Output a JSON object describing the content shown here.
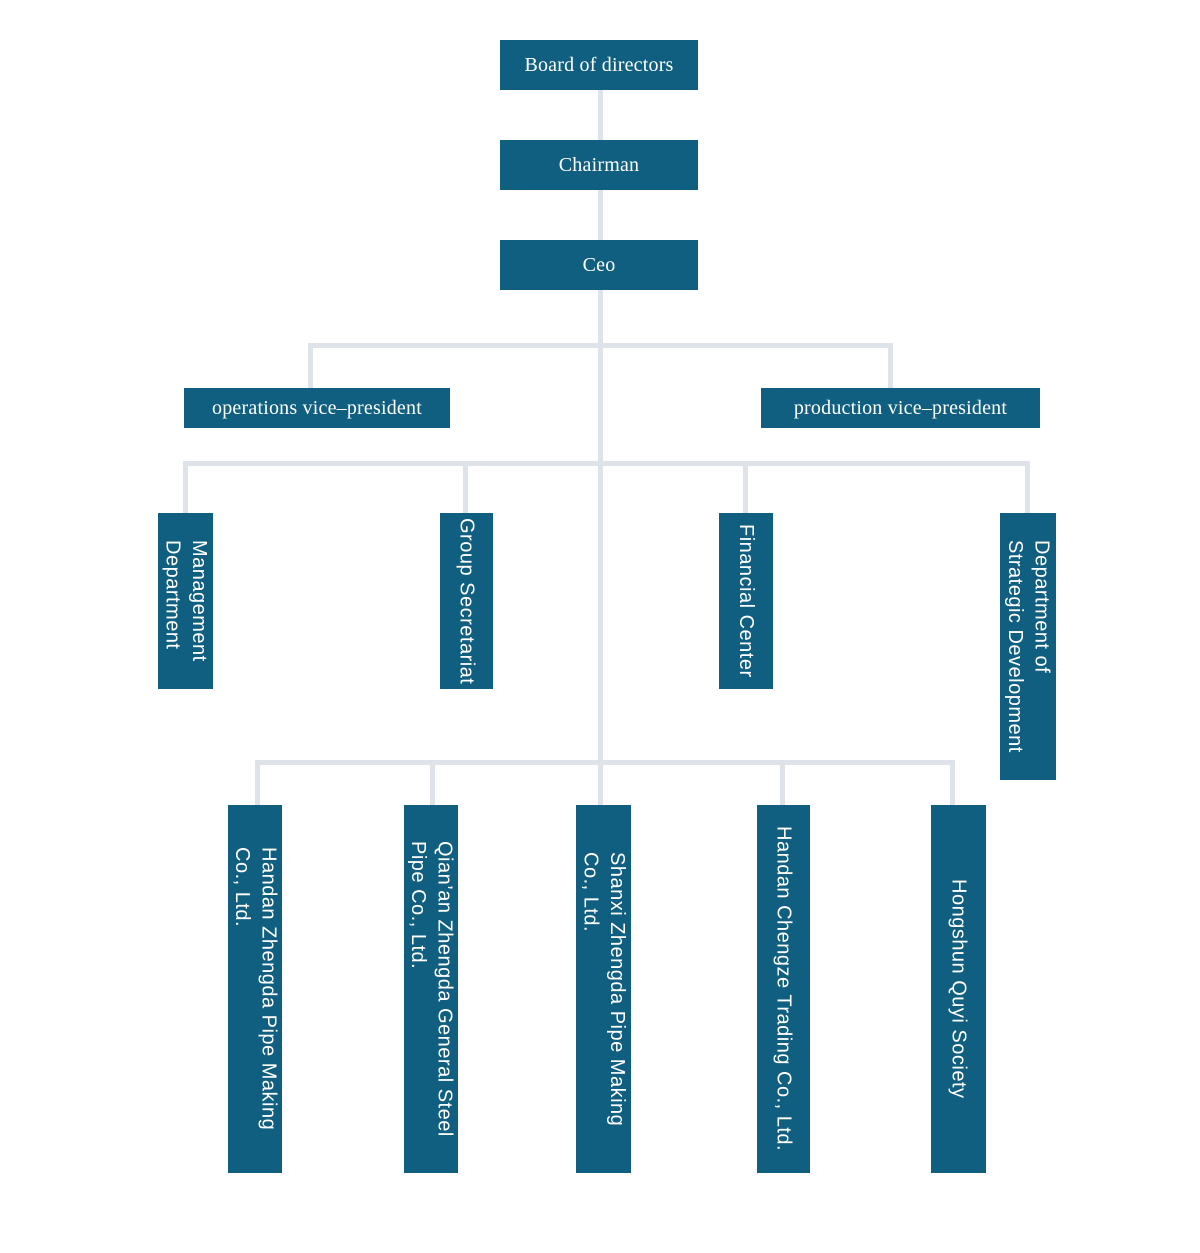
{
  "diagram": {
    "type": "org-chart",
    "colors": {
      "box_fill": "#115f80",
      "connector": "#dde3e8",
      "box_text": "#ffffff",
      "background": "#ffffff"
    },
    "nodes": {
      "board": {
        "label": "Board of directors"
      },
      "chairman": {
        "label": "Chairman"
      },
      "ceo": {
        "label": "Ceo"
      },
      "operations_vp": {
        "label": "operations vice–president"
      },
      "production_vp": {
        "label": "production vice–president"
      },
      "management_dept": {
        "label": "Management Department",
        "lines": [
          "Management",
          "Department"
        ]
      },
      "group_secretariat": {
        "label": "Group Secretariat",
        "lines": [
          "Group Secretariat"
        ]
      },
      "financial_center": {
        "label": "Financial Center",
        "lines": [
          "Financial Center"
        ]
      },
      "strategic_dept": {
        "label": "Department of Strategic Development",
        "lines": [
          "Department of",
          "Strategic Development"
        ]
      },
      "handan_pipe": {
        "label": "Handan Zhengda Pipe Making Co., Ltd.",
        "lines": [
          "Handan Zhengda Pipe Making",
          "Co., Ltd."
        ]
      },
      "qianan_steel": {
        "label": "Qian’an Zhengda General Steel Pipe Co., Ltd.",
        "lines": [
          "Qian’an Zhengda General Steel",
          "Pipe Co., Ltd."
        ]
      },
      "shanxi_pipe": {
        "label": "Shanxi Zhengda Pipe Making Co., Ltd.",
        "lines": [
          "Shanxi Zhengda Pipe Making",
          "Co., Ltd."
        ]
      },
      "handan_chengze": {
        "label": "Handan Chengze Trading Co., Ltd.",
        "lines": [
          "Handan Chengze Trading Co., Ltd."
        ]
      },
      "hongshun": {
        "label": "Hongshun Quyi Society",
        "lines": [
          "Hongshun Quyi Society"
        ]
      }
    },
    "levels": [
      [
        "board"
      ],
      [
        "chairman"
      ],
      [
        "ceo"
      ],
      [
        "operations_vp",
        "production_vp"
      ],
      [
        "management_dept",
        "group_secretariat",
        "financial_center",
        "strategic_dept"
      ],
      [
        "handan_pipe",
        "qianan_steel",
        "shanxi_pipe",
        "handan_chengze",
        "hongshun"
      ]
    ]
  }
}
